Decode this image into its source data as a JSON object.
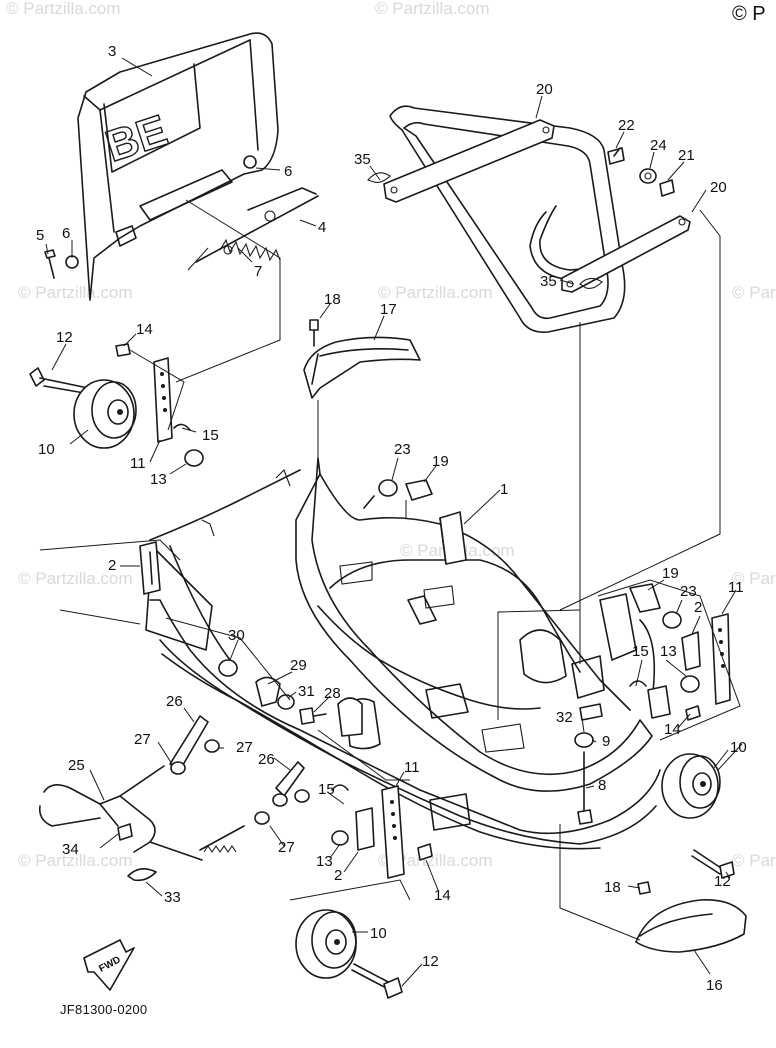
{
  "copyright": "© P",
  "watermark": "© Partzilla.com",
  "diagram_code": "JF81300-0200",
  "direction_label": "FWD",
  "callouts": [
    "3",
    "6",
    "4",
    "7",
    "5",
    "6",
    "20",
    "35",
    "22",
    "24",
    "21",
    "20",
    "35",
    "18",
    "17",
    "12",
    "14",
    "15",
    "10",
    "11",
    "13",
    "23",
    "19",
    "1",
    "2",
    "19",
    "23",
    "11",
    "2",
    "30",
    "29",
    "31",
    "28",
    "13",
    "15",
    "32",
    "9",
    "14",
    "10",
    "26",
    "27",
    "27",
    "25",
    "8",
    "11",
    "26",
    "15",
    "27",
    "34",
    "13",
    "2",
    "14",
    "12",
    "33",
    "18",
    "10",
    "12",
    "16"
  ]
}
